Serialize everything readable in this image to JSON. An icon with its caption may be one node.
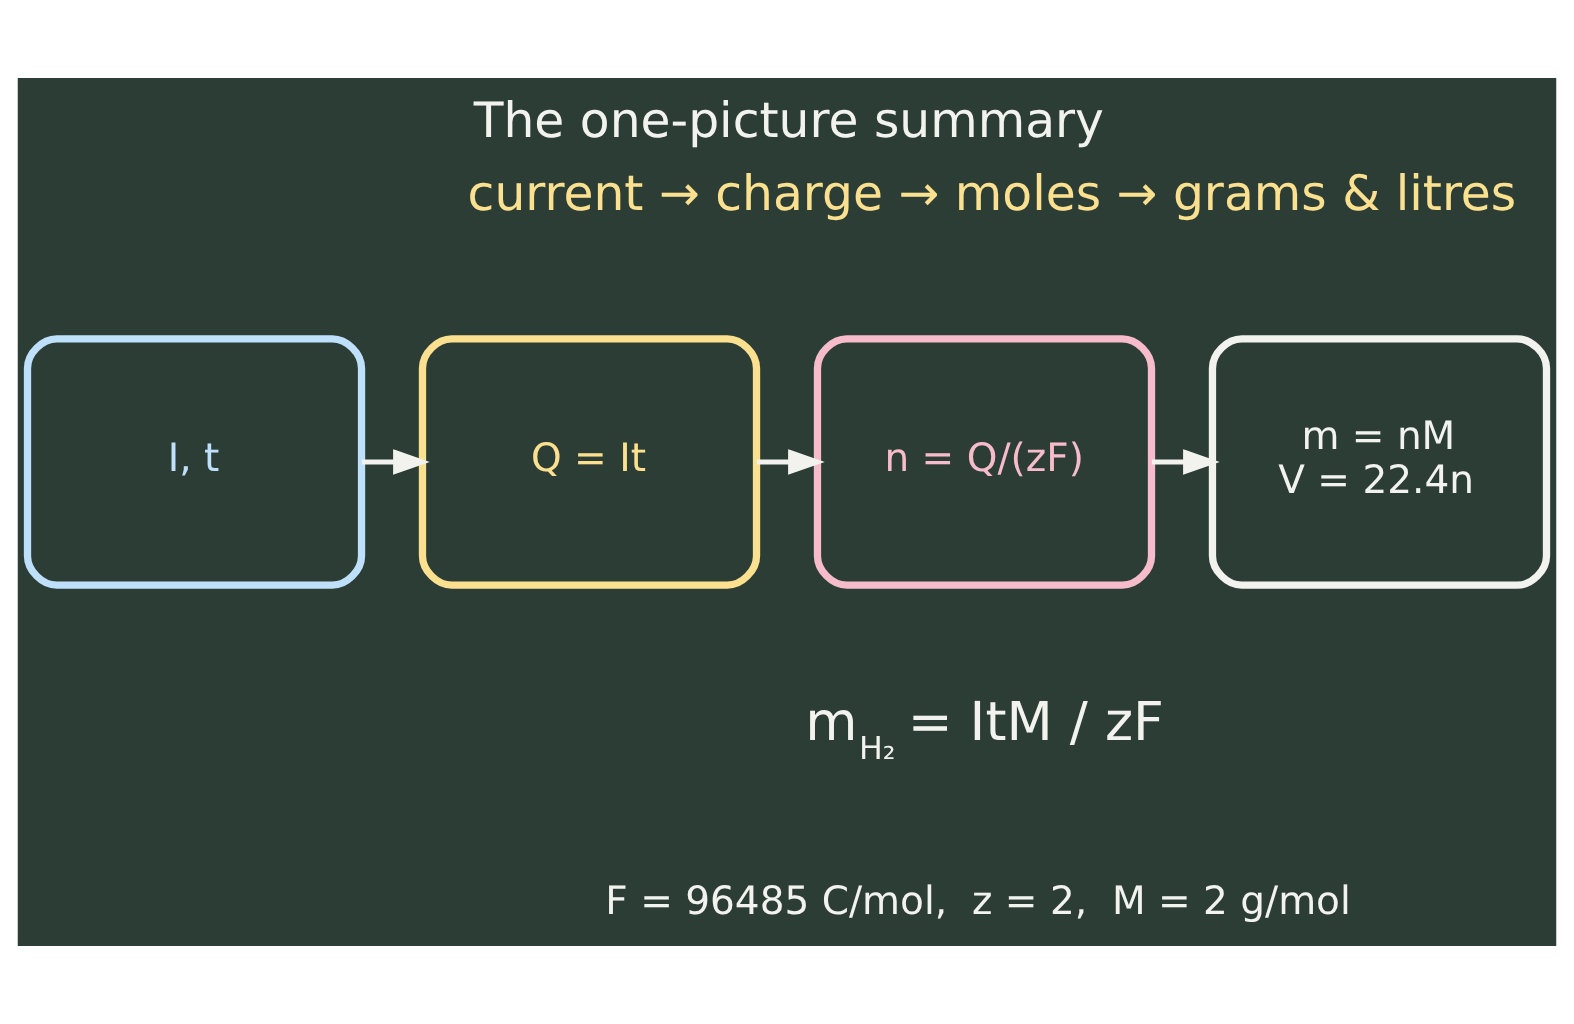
{
  "diagram": {
    "title": "The one-picture summary",
    "nodes": [
      {
        "text": [
          "I, t"
        ]
      },
      {
        "text": [
          "Q = It"
        ]
      },
      {
        "text": [
          "n = Q/(zF)"
        ]
      },
      {
        "text": [
          "m = nM",
          "V = 22.4n"
        ]
      }
    ],
    "edges": [
      {
        "from": 0,
        "to": 1,
        "arrow": "to"
      },
      {
        "from": 1,
        "to": 2,
        "arrow": "to"
      },
      {
        "from": 2,
        "to": 3,
        "arrow": "to"
      }
    ],
    "labels": [
      "current → charge → moles → grams & litres",
      "m$_{H₂}$ = ItM / zF",
      "F = 96485 C/mol,  z = 2,  M = 2 g/mol"
    ]
  }
}
